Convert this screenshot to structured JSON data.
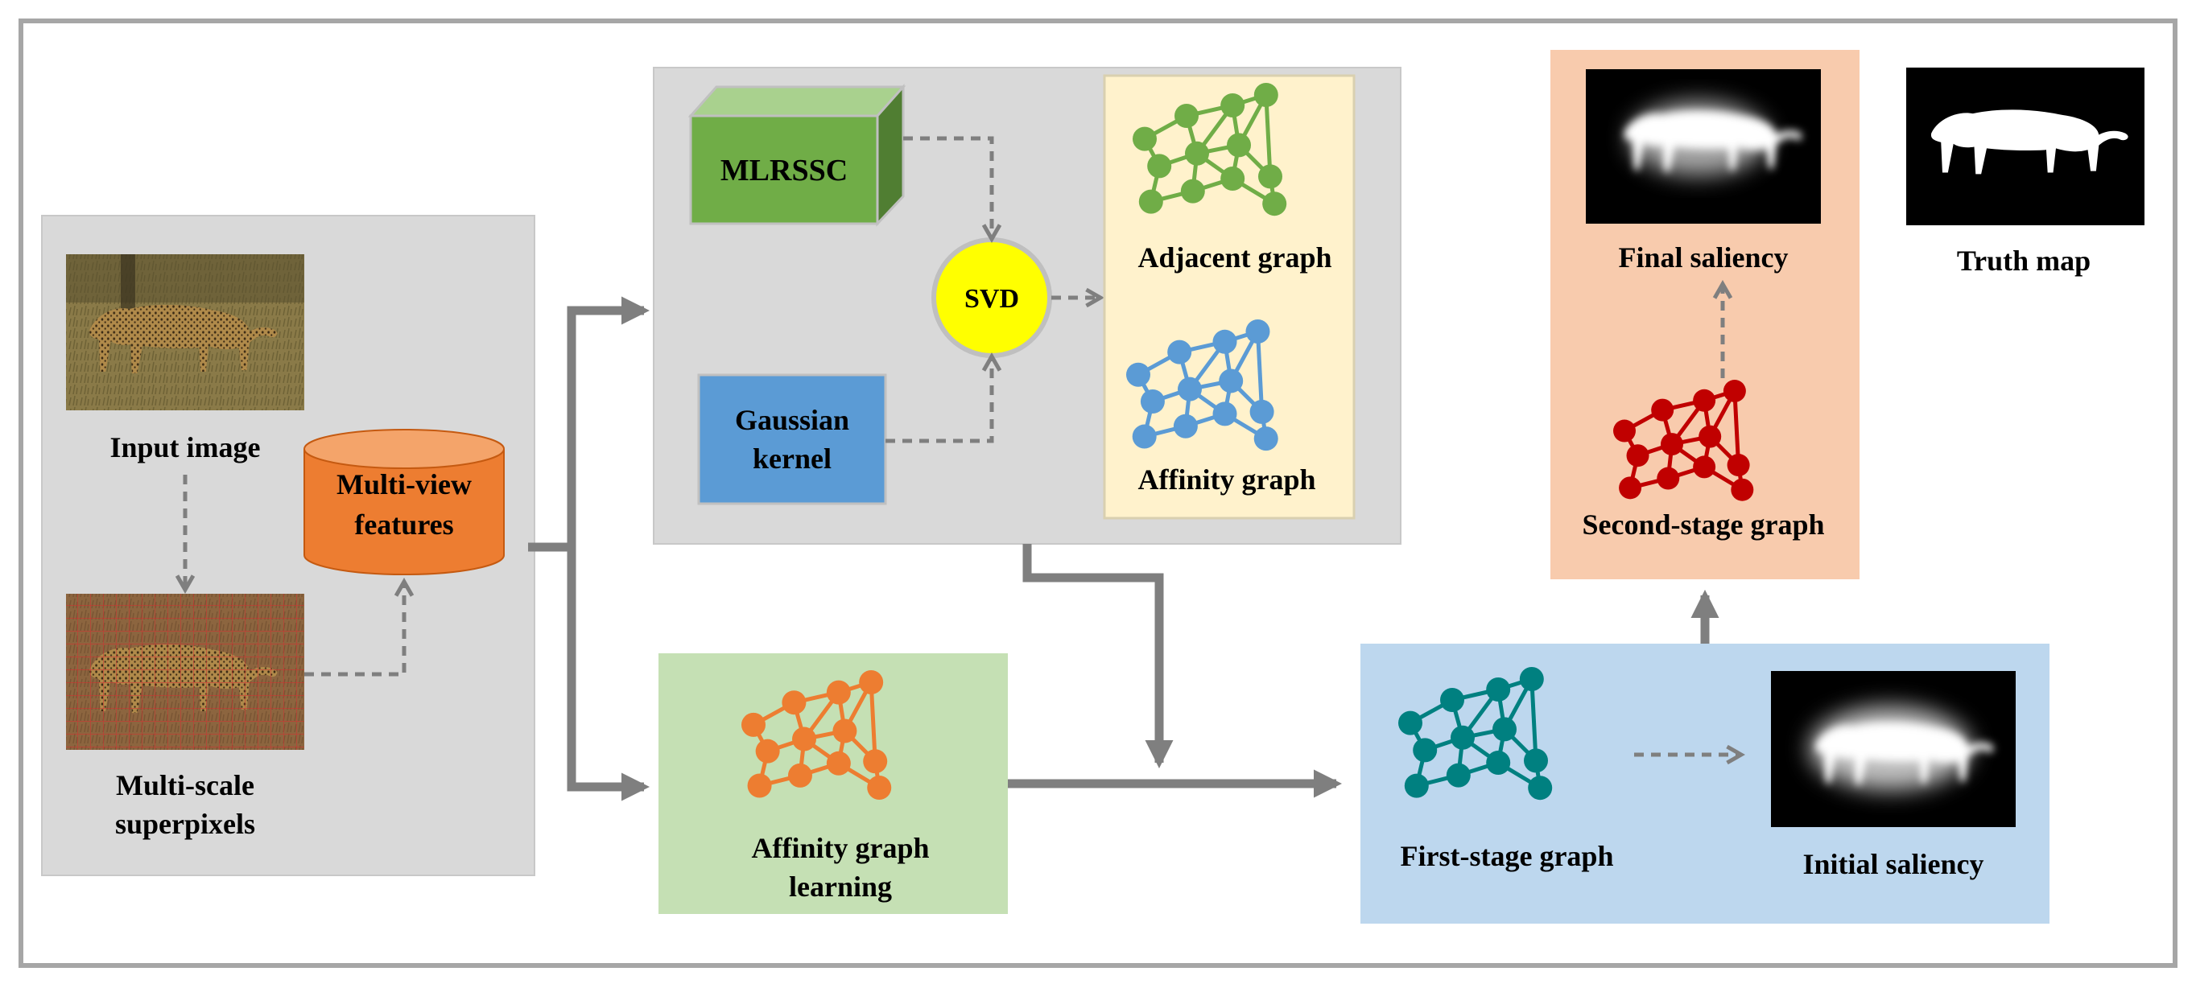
{
  "colors": {
    "frame": "#a6a6a6",
    "gray_panel": "#d9d9d9",
    "arrow": "#7f7f7f",
    "mlrssc_green": "#70ad47",
    "gaussian_blue": "#5b9bd5",
    "svd_yellow": "#ffff00",
    "svd_ring": "#bfbfbf",
    "cream_panel": "#fff2cc",
    "light_green_panel": "#c5e0b4",
    "light_blue_panel": "#bdd7ee",
    "peach_panel": "#f8cbad",
    "graph_green": "#70ad47",
    "graph_blue": "#5b9bd5",
    "graph_orange": "#ed7d31",
    "graph_teal": "#008080",
    "graph_red": "#c00000",
    "cylinder_orange": "#ed7d31"
  },
  "input": {
    "image_caption": "Input image",
    "superpixel_caption_line1": "Multi-scale",
    "superpixel_caption_line2": "superpixels",
    "features_line1": "Multi-view",
    "features_line2": "features"
  },
  "top_panel": {
    "mlrssc_label": "MLRSSC",
    "gaussian_line1": "Gaussian",
    "gaussian_line2": "kernel",
    "svd_label": "SVD",
    "adjacent_graph_label": "Adjacent graph",
    "affinity_graph_label": "Affinity graph"
  },
  "learning": {
    "line1": "Affinity graph",
    "line2": "learning"
  },
  "first_stage": {
    "graph_label": "First-stage graph",
    "saliency_label": "Initial saliency"
  },
  "second_stage": {
    "graph_label": "Second-stage graph",
    "saliency_label": "Final saliency"
  },
  "truth": {
    "label": "Truth map"
  }
}
